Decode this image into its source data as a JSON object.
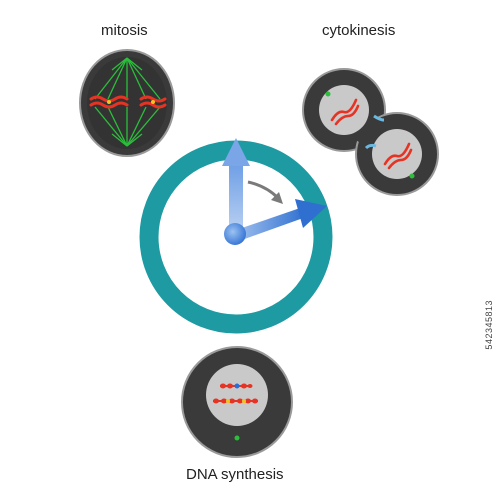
{
  "labels": {
    "mitosis": "mitosis",
    "cytokinesis": "cytokinesis",
    "dna_synthesis": "DNA synthesis"
  },
  "stock_id": "542345813",
  "colors": {
    "clock_ring": "#1e9aa2",
    "hand": "#3b78d6",
    "cell_outer": "#3a3a3a",
    "cell_inner": "#c9c9c9",
    "chromosome": "#e63323",
    "spindle": "#2bbf3b"
  }
}
